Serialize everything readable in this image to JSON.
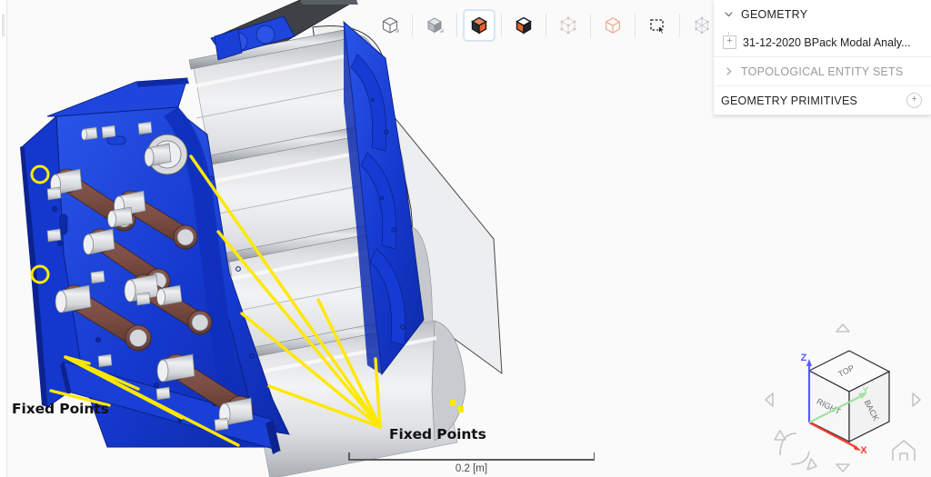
{
  "app": {
    "background": "#fafafa",
    "accent": "#e8622a"
  },
  "toolbar": {
    "items": [
      {
        "name": "wireframe-cube-icon",
        "label": "Wireframe",
        "active": false,
        "style": "wire"
      },
      {
        "name": "shaded-cube-icon",
        "label": "Shaded",
        "active": false,
        "style": "gray"
      },
      {
        "name": "shaded-with-edges-cube-icon",
        "label": "Shaded with edges",
        "active": true,
        "style": "orange"
      },
      {
        "name": "surface-cube-icon",
        "label": "Surface",
        "active": false,
        "style": "orange-dark"
      },
      {
        "name": "point-cloud-cube-icon",
        "label": "Points",
        "active": false,
        "style": "ghost"
      },
      {
        "name": "transparent-cube-icon",
        "label": "Transparent",
        "active": false,
        "style": "ghost-orange"
      },
      {
        "name": "box-select-icon",
        "label": "Box select",
        "active": false,
        "style": "marquee"
      },
      {
        "name": "mesh-nodes-icon",
        "label": "Mesh nodes",
        "active": false,
        "style": "mesh"
      }
    ]
  },
  "tree_panel": {
    "sections": [
      {
        "name": "geometry",
        "label": "GEOMETRY",
        "expanded": true,
        "chevron": "chevron-down-icon",
        "muted": false,
        "items": [
          {
            "label": "31-12-2020 BPack Modal Analy...",
            "expander": "+"
          }
        ]
      },
      {
        "name": "topological-entity-sets",
        "label": "TOPOLOGICAL ENTITY SETS",
        "expanded": false,
        "chevron": "chevron-right-icon",
        "muted": true,
        "items": []
      }
    ],
    "primitives": {
      "label": "GEOMETRY PRIMITIVES",
      "add_label": "+"
    }
  },
  "annotations": {
    "fixed_points_left": "Fixed Points",
    "fixed_points_right": "Fixed Points",
    "leader_color": "#ffe800",
    "highlight_circle_color": "#ffe800"
  },
  "scalebar": {
    "value": "0.2 [m]"
  },
  "navcube": {
    "faces": {
      "top": "TOP",
      "right": "RIGHT",
      "back": "BACK"
    },
    "axes": {
      "x": "X",
      "y": "Y",
      "z": "Z"
    },
    "axis_colors": {
      "x": "#ff3b30",
      "y": "#9fe39f",
      "z": "#5a5aff"
    },
    "controls": [
      {
        "name": "nav-arrow-up",
        "glyph": "up"
      },
      {
        "name": "nav-arrow-down",
        "glyph": "down"
      },
      {
        "name": "nav-arrow-left",
        "glyph": "left"
      },
      {
        "name": "nav-arrow-right",
        "glyph": "right"
      },
      {
        "name": "nav-rotate-ccw",
        "glyph": "rotate"
      },
      {
        "name": "nav-home",
        "glyph": "home"
      }
    ]
  },
  "model": {
    "title": "BPack Modal Analysis assembly",
    "colors": {
      "frame_blue": "#1338cc",
      "frame_blue_dark": "#0c2596",
      "frame_blue_light": "#2b54e6",
      "link_brown": "#7d4f46",
      "link_brown_dark": "#5e3a33",
      "cylinder_light": "#e9eaec",
      "cylinder_mid": "#cfd2d6",
      "cylinder_dark": "#a8acb2",
      "plate_gray": "#474b50",
      "pin_gray": "#c9ccd0",
      "edge": "#1a1a1a"
    },
    "cell_count": 4,
    "link_count": 8
  }
}
